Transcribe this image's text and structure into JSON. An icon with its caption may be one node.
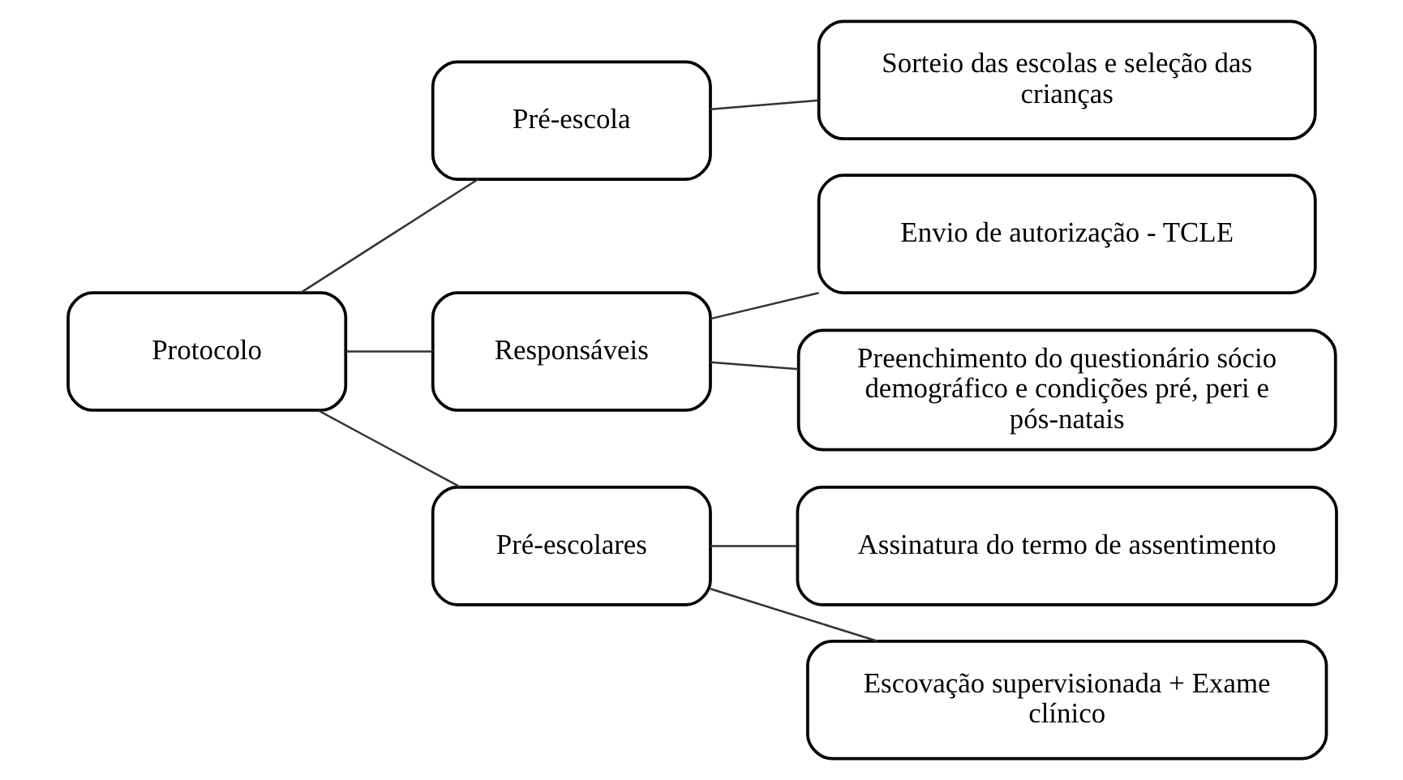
{
  "diagram": {
    "nodes": [
      {
        "text": [
          "Protocolo"
        ]
      },
      {
        "text": [
          "Pré-escola"
        ]
      },
      {
        "text": [
          "Sorteio das escolas e seleção das crianças"
        ]
      },
      {
        "text": [
          "Responsáveis"
        ]
      },
      {
        "text": [
          "Envio de autorização - TCLE"
        ]
      },
      {
        "text": [
          "Preenchimento do questionário sócio demográfico e condições pré, peri e pós-natais"
        ]
      },
      {
        "text": [
          "Pré-escolares"
        ]
      },
      {
        "text": [
          "Assinatura do termo de assentimento"
        ]
      },
      {
        "text": [
          "Escovação supervisionada + Exame clínico"
        ]
      }
    ],
    "edges": [
      {
        "from": 0,
        "to": 1,
        "arrow": "none"
      },
      {
        "from": 0,
        "to": 3,
        "arrow": "none"
      },
      {
        "from": 0,
        "to": 6,
        "arrow": "none"
      },
      {
        "from": 1,
        "to": 2,
        "arrow": "none"
      },
      {
        "from": 3,
        "to": 4,
        "arrow": "none"
      },
      {
        "from": 3,
        "to": 5,
        "arrow": "none"
      },
      {
        "from": 6,
        "to": 7,
        "arrow": "none"
      },
      {
        "from": 6,
        "to": 8,
        "arrow": "none"
      }
    ]
  }
}
